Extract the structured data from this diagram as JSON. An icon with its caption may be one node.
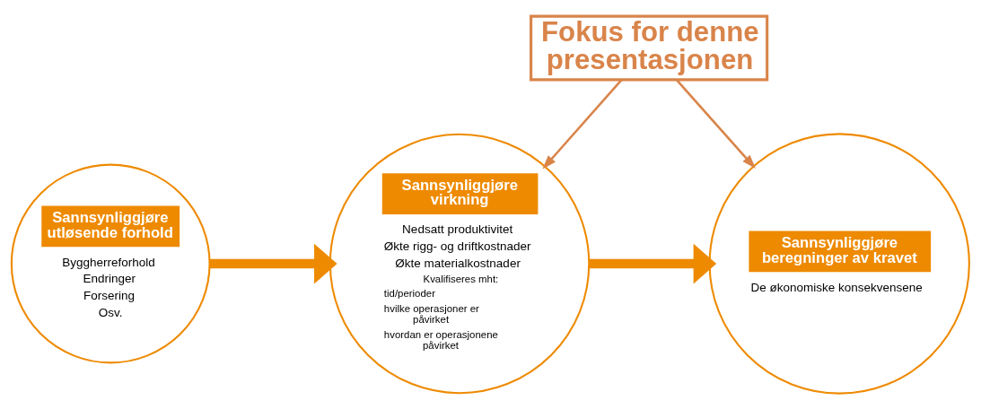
{
  "diagram": {
    "nodes": [
      {
        "text": [
          "Fokus for denne presentasjonen"
        ]
      },
      {
        "text": [
          "Sannsynliggjøre utløsende forhold",
          "Byggherreforhold",
          "Endringer",
          "Forsering",
          "Osv."
        ]
      },
      {
        "text": [
          "Sannsynliggjøre virkning",
          "Nedsatt produktivitet",
          "Økte rigg- og driftkostnader",
          "Økte materialkostnader",
          "Kvalifiseres mht:",
          "tid/perioder",
          "hvilke operasjoner er påvirket",
          "hvordan er operasjonene påvirket"
        ]
      },
      {
        "text": [
          "Sannsynliggjøre beregninger av kravet",
          "De økonomiske konsekvensene"
        ]
      }
    ],
    "edges": [
      {
        "from": 1,
        "to": 2,
        "arrow": "to",
        "style": "thick",
        "color": "#ee8a00"
      },
      {
        "from": 2,
        "to": 3,
        "arrow": "to",
        "style": "thick",
        "color": "#ee8a00"
      },
      {
        "from": 0,
        "to": 2,
        "arrow": "to",
        "color": "#d9844a"
      },
      {
        "from": 0,
        "to": 3,
        "arrow": "to",
        "color": "#d9844a"
      }
    ]
  }
}
